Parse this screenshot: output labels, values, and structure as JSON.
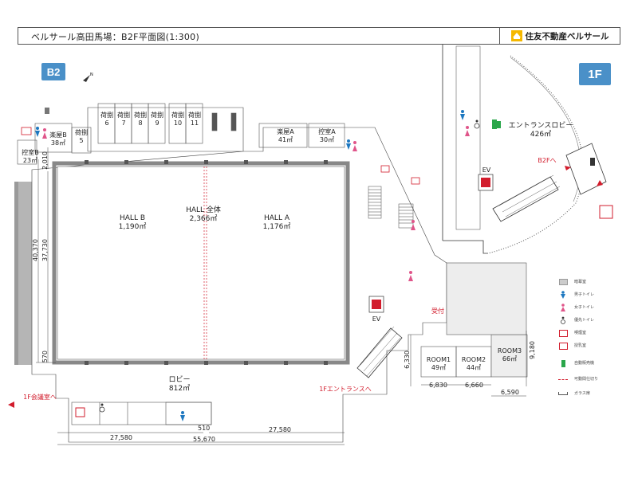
{
  "header": {
    "title": "ベルサール高田馬場：B2F平面図(1:300)",
    "brand": "住友不動産ベルサール"
  },
  "floors": {
    "b2": "B2",
    "f1": "1F"
  },
  "colors": {
    "badge_blue": "#4a90c8",
    "men_blue": "#1e78c0",
    "women_pink": "#e0558a",
    "red": "#d21c2c",
    "green": "#2aa64a",
    "wall": "#9a9a9a"
  },
  "icons": {
    "north": "north-arrow-icon",
    "men": "men-restroom-icon",
    "women": "women-restroom-icon",
    "accessible": "accessible-restroom-icon",
    "smoking": "smoking-room-icon",
    "nursing": "nursing-room-icon",
    "vending": "vending-machine-icon",
    "elevator": "elevator-icon"
  },
  "rooms": {
    "gakuya_b": {
      "name": "楽屋B",
      "area": "38㎡"
    },
    "hikae_b": {
      "name": "控室B",
      "area": "23㎡"
    },
    "nishiki": [
      "荷捌\n5",
      "荷捌\n6",
      "荷捌\n7",
      "荷捌\n8",
      "荷捌\n9",
      "荷捌\n10",
      "荷捌\n11"
    ],
    "gakuya_a": {
      "name": "楽屋A",
      "area": "41㎡"
    },
    "hikae_a": {
      "name": "控室A",
      "area": "30㎡"
    },
    "hall_b": {
      "name": "HALL B",
      "area": "1,190㎡"
    },
    "hall_all": {
      "name": "HALL 全体",
      "area": "2,366㎡"
    },
    "hall_a": {
      "name": "HALL A",
      "area": "1,176㎡"
    },
    "lobby": {
      "name": "ロビー",
      "area": "812㎡"
    },
    "room1": {
      "name": "ROOM1",
      "area": "49㎡"
    },
    "room2": {
      "name": "ROOM2",
      "area": "44㎡"
    },
    "room3": {
      "name": "ROOM3",
      "area": "66㎡"
    },
    "entrance_lobby": {
      "name": "エントランスロビー",
      "area": "426㎡"
    },
    "ev": "EV",
    "reception": "受付"
  },
  "annotations": {
    "to_b2f": "B2Fへ",
    "to_1f_entrance": "1Fエントランスへ",
    "to_1f_meeting": "1F会議室へ"
  },
  "dimensions": {
    "d40370": "40,370",
    "d37730": "37,730",
    "d2010": "2,010",
    "d570": "570",
    "d27580_left": "27,580",
    "d510": "510",
    "d55670": "55,670",
    "d27580_right": "27,580",
    "d6330": "6,330",
    "d9180": "9,180",
    "d6830": "6,830",
    "d6660": "6,660",
    "d6590": "6,590"
  },
  "legend": [
    {
      "icon": "backstage-swatch",
      "label": "暗幕室"
    },
    {
      "icon": "men-restroom-icon",
      "label": "男子トイレ"
    },
    {
      "icon": "women-restroom-icon",
      "label": "女子トイレ"
    },
    {
      "icon": "accessible-restroom-icon",
      "label": "優先トイレ"
    },
    {
      "icon": "smoking-room-icon",
      "label": "喫煙室"
    },
    {
      "icon": "nursing-room-icon",
      "label": "授乳室"
    },
    {
      "icon": "vending-machine-icon",
      "label": "自動販売機"
    },
    {
      "icon": "partition-line-icon",
      "label": "可動間仕切り"
    },
    {
      "icon": "glass-door-icon",
      "label": "ガラス扉"
    }
  ]
}
